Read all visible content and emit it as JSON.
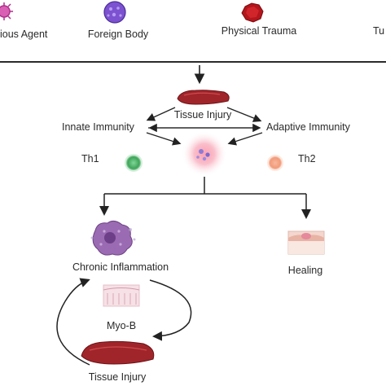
{
  "causes": {
    "infectious": "ious Agent",
    "foreign": "Foreign Body",
    "trauma": "Physical Trauma",
    "tu": "Tu"
  },
  "tissue_injury_top": "Tissue Injury",
  "innate": "Innate Immunity",
  "adaptive": "Adaptive Immunity",
  "th1": "Th1",
  "th2": "Th2",
  "chronic": "Chronic Inflammation",
  "healing": "Healing",
  "myob": "Myo-B",
  "tissue_injury_bottom": "Tissue Injury",
  "colors": {
    "virus": "#c0399a",
    "foreign_body": "#6a3fc2",
    "trauma": "#a8161b",
    "tissue": "#a0252a",
    "th1": "#4fb069",
    "th2": "#f2a98a",
    "inflammation_glow": "#f06a7a",
    "macrophage": "#8e5aa5",
    "skin": "#f0c8bc"
  }
}
